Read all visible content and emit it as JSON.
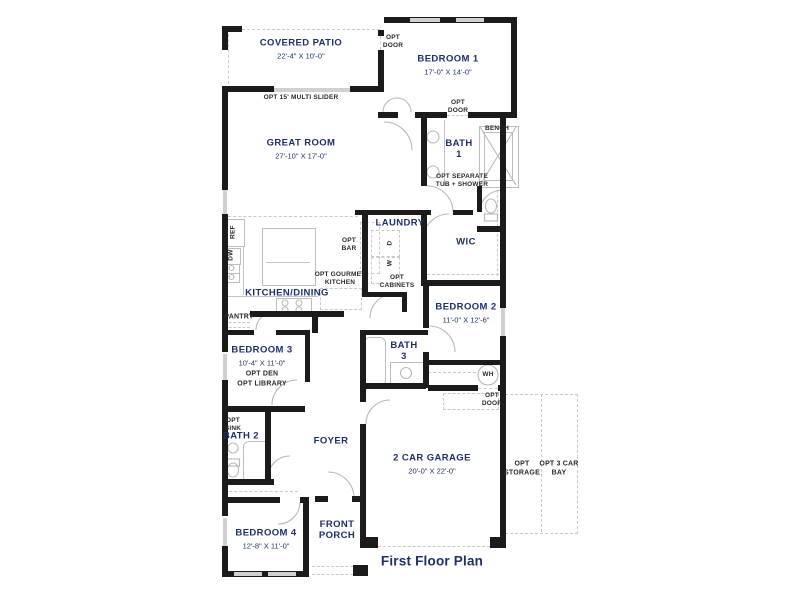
{
  "title": "First Floor Plan",
  "colors": {
    "label_navy": "#1f3069",
    "wall_black": "#1b1b1b",
    "fixture_gray": "#bdbdbd",
    "window_gray": "#d0d0d0"
  },
  "rooms": {
    "covered_patio": {
      "name": "COVERED PATIO",
      "dims": "22'-4\" X 10'-0\""
    },
    "bedroom1": {
      "name": "BEDROOM 1",
      "dims": "17'-0\" X 14'-0\""
    },
    "great_room": {
      "name": "GREAT ROOM",
      "dims": "27'-10\" X 17'-0\""
    },
    "bath1": {
      "name": "BATH 1",
      "note": "OPT SEPARATE TUB + SHOWER"
    },
    "laundry": {
      "name": "LAUNDRY"
    },
    "wic": {
      "name": "WIC"
    },
    "kitchen": {
      "name": "KITCHEN/DINING"
    },
    "pantry": {
      "name": "PANTRY"
    },
    "bedroom2": {
      "name": "BEDROOM 2",
      "dims": "11'-0\" X 12'-6\""
    },
    "bedroom3": {
      "name": "BEDROOM 3",
      "dims": "10'-4\" X 11'-0\"",
      "note1": "OPT DEN",
      "note2": "OPT LIBRARY"
    },
    "bath3": {
      "name": "BATH 3"
    },
    "bath2": {
      "name": "BATH 2",
      "note": "OPT SINK"
    },
    "foyer": {
      "name": "FOYER"
    },
    "garage": {
      "name": "2 CAR GARAGE",
      "dims": "20'-0\" X 22'-0\""
    },
    "bedroom4": {
      "name": "BEDROOM 4",
      "dims": "12'-8\" X 11'-0\""
    },
    "front_porch": {
      "name": "FRONT PORCH"
    }
  },
  "options": {
    "storage": "OPT STORAGE",
    "car_bay": "OPT 3 CAR BAY",
    "door": "OPT DOOR",
    "multi_slider": "OPT 15' MULTI SLIDER",
    "bar": "OPT BAR",
    "gourmet_kitchen": "OPT GOURMET KITCHEN",
    "cabinets": "OPT CABINETS"
  },
  "fixtures": {
    "bench": "BENCH",
    "water_heater": "WH",
    "refrigerator": "REF",
    "dishwasher": "DW",
    "washer": "W",
    "dryer": "D"
  }
}
